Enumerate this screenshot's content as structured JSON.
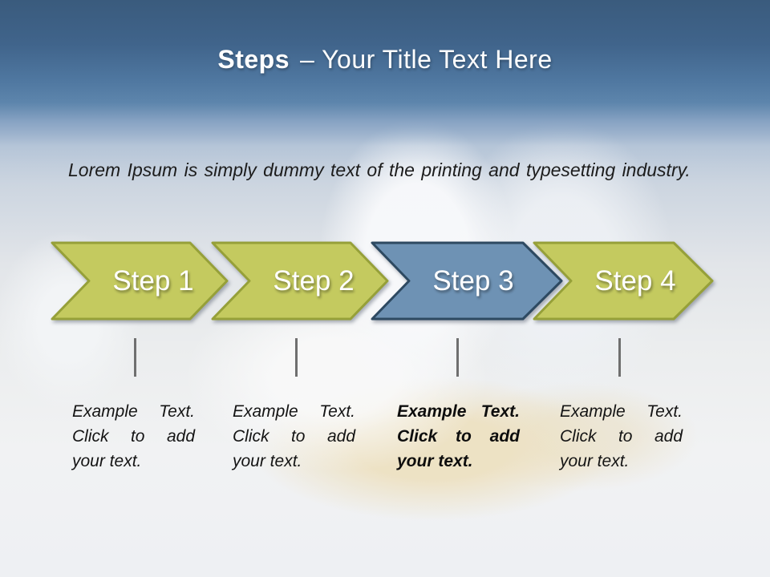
{
  "slide": {
    "title": {
      "prefix": "Steps",
      "rest": "– Your Title Text Here"
    },
    "intro": "Lorem Ipsum is simply dummy text of the printing and typesetting industry.",
    "steps": [
      {
        "label": "Step 1",
        "description": "Example Text. Click to add your text.",
        "fill": "#c4ca5f",
        "border": "#96a039",
        "emphasized": false
      },
      {
        "label": "Step 2",
        "description": "Example Text. Click to add your text.",
        "fill": "#c4ca5f",
        "border": "#96a039",
        "emphasized": false
      },
      {
        "label": "Step 3",
        "description": "Example Text. Click to add your text.",
        "fill": "#6e92b4",
        "border": "#2d4961",
        "emphasized": true
      },
      {
        "label": "Step 4",
        "description": "Example Text. Click to add your text.",
        "fill": "#c4ca5f",
        "border": "#96a039",
        "emphasized": false
      }
    ],
    "colors": {
      "header_gradient_top": "#3a5b7d",
      "header_gradient_bottom": "#5d85ac",
      "step_label_text": "#ffffff",
      "body_text": "#1c1c1c",
      "connector_line": "#6f6f6f",
      "olive_fill": "#c4ca5f",
      "olive_border": "#96a039",
      "blue_fill": "#6e92b4",
      "blue_border": "#2d4961"
    }
  }
}
